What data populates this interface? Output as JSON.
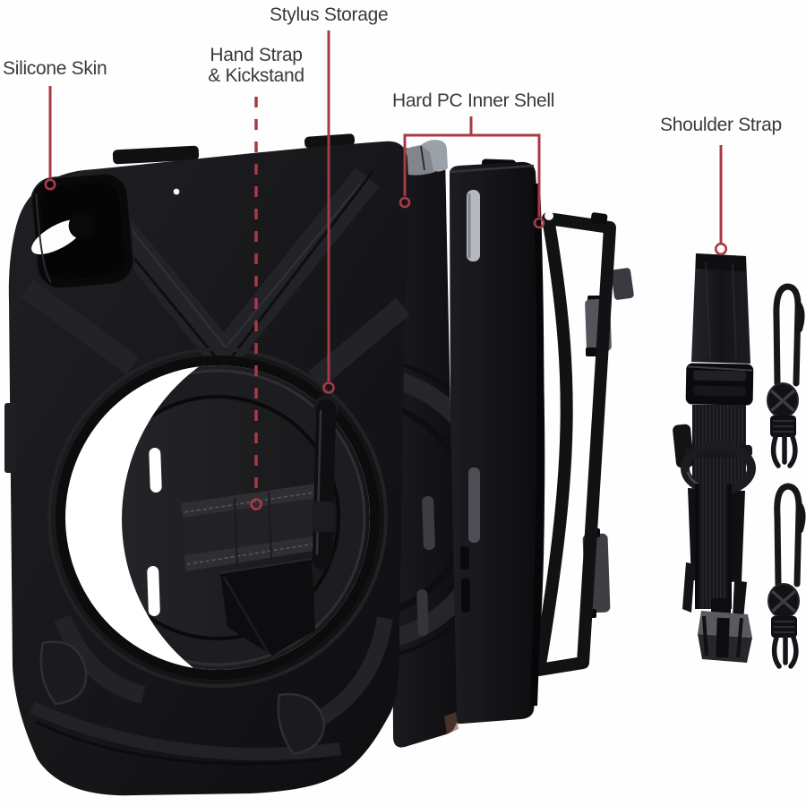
{
  "colors": {
    "background": "#fefefe",
    "annotation_red": "#a93a44",
    "label_text": "#3a3a3a",
    "case_black": "#141417"
  },
  "callouts": {
    "silicone_skin": {
      "label": "Silicone Skin",
      "line_style": "solid"
    },
    "stylus_storage": {
      "label": "Stylus Storage",
      "line_style": "solid"
    },
    "hand_strap_kickstand": {
      "line1": "Hand Strap",
      "line2": "& Kickstand",
      "line_style": "dashed"
    },
    "hard_pc_inner_shell": {
      "label": "Hard PC Inner Shell",
      "line_style": "bracket"
    },
    "shoulder_strap": {
      "label": "Shoulder Strap",
      "line_style": "solid"
    }
  }
}
